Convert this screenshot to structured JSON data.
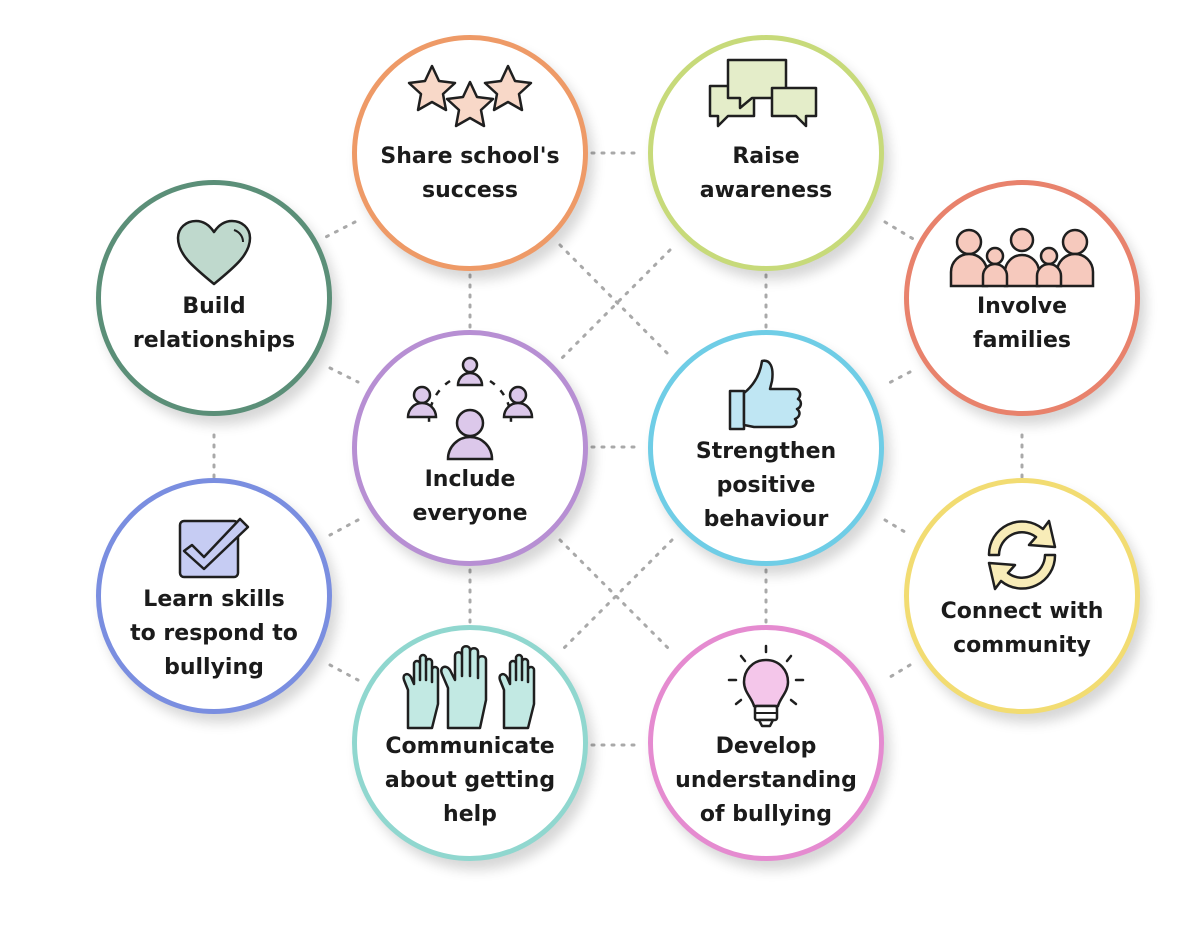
{
  "nodes": [
    {
      "id": "share",
      "label": "Share school's\nsuccess",
      "icon": "stars-icon",
      "color": "#ee9a67"
    },
    {
      "id": "raise",
      "label": "Raise\nawareness",
      "icon": "speech-bubbles-icon",
      "color": "#c7da7a"
    },
    {
      "id": "build",
      "label": "Build\nrelationships",
      "icon": "heart-icon",
      "color": "#5b8f78"
    },
    {
      "id": "involve",
      "label": "Involve\nfamilies",
      "icon": "family-icon",
      "color": "#e8826c"
    },
    {
      "id": "include",
      "label": "Include\neveryone",
      "icon": "people-circle-icon",
      "color": "#b78fd3"
    },
    {
      "id": "strengthen",
      "label": "Strengthen\npositive\nbehaviour",
      "icon": "thumbs-up-icon",
      "color": "#6fcde6"
    },
    {
      "id": "learn",
      "label": "Learn skills\nto respond to\nbullying",
      "icon": "checkbox-icon",
      "color": "#7a8ee0"
    },
    {
      "id": "connect",
      "label": "Connect with\ncommunity",
      "icon": "cycle-arrows-icon",
      "color": "#f2dc72"
    },
    {
      "id": "communicate",
      "label": "Communicate\nabout getting\nhelp",
      "icon": "raised-hands-icon",
      "color": "#90d7cf"
    },
    {
      "id": "develop",
      "label": "Develop\nunderstanding\nof bullying",
      "icon": "lightbulb-icon",
      "color": "#e58bd0"
    }
  ],
  "icon_colors": {
    "stroke": "#1f1f1f",
    "stars": "#f8d8c8",
    "bubbles": "#e4edc9",
    "heart": "#bfd9cd",
    "family": "#f6c9bd",
    "people": "#dcc8ea",
    "thumb": "#bfe6f3",
    "checkbox": "#c6ccf3",
    "arrows": "#f8ecb8",
    "hands": "#c2e9e3",
    "bulb": "#f4c6ea"
  },
  "connector_color": "#a9a9a9"
}
